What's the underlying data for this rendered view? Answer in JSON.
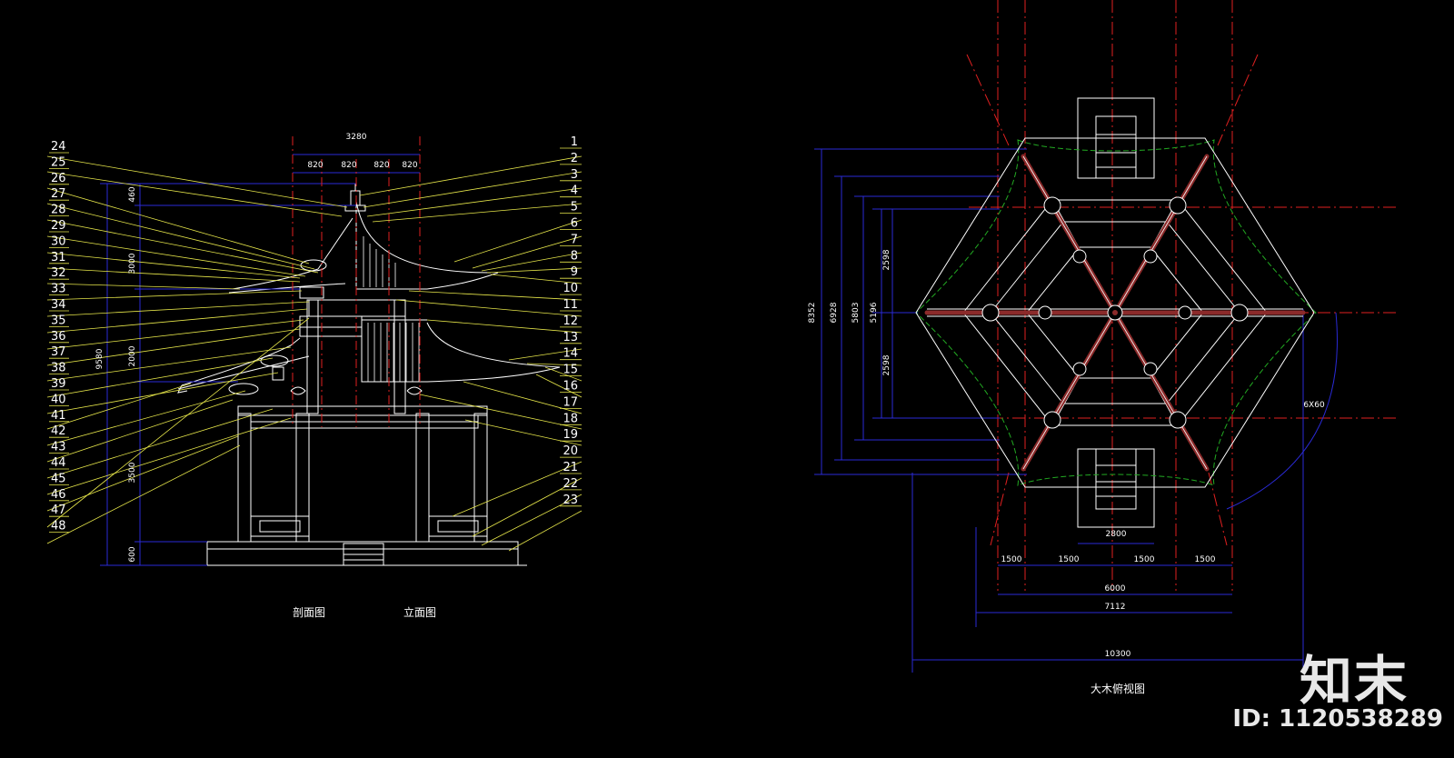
{
  "section": {
    "label_numbers_right": [
      "1",
      "2",
      "3",
      "4",
      "5",
      "6",
      "7",
      "8",
      "9",
      "10",
      "11",
      "12",
      "13",
      "14",
      "15",
      "16",
      "17",
      "18",
      "19",
      "20",
      "21",
      "22",
      "23"
    ],
    "label_numbers_left": [
      "24",
      "25",
      "26",
      "27",
      "28",
      "29",
      "30",
      "31",
      "32",
      "33",
      "34",
      "35",
      "36",
      "37",
      "38",
      "39",
      "40",
      "41",
      "42",
      "43",
      "44",
      "45",
      "46",
      "47",
      "48"
    ],
    "dim_top_total": "3280",
    "dim_top_parts": [
      "820",
      "820",
      "820",
      "820"
    ],
    "dim_left_total": "9580",
    "dim_left_parts": [
      "460",
      "3000",
      "2000",
      "3500",
      "600"
    ],
    "caption_section": "剖面图",
    "caption_elevation": "立面图"
  },
  "plan": {
    "dim_left": [
      "8352",
      "6928",
      "5803",
      "5196",
      "2598",
      "2598"
    ],
    "dim_bottom_parts": [
      "1500",
      "1500",
      "1500",
      "1500"
    ],
    "dim_stair": "2800",
    "dim_6000": "6000",
    "dim_7112": "7112",
    "dim_10300": "10300",
    "dim_angle": "6X60",
    "caption": "大木俯视图"
  },
  "watermark": {
    "brand": "知末",
    "id": "ID: 1120538289"
  },
  "colors": {
    "background": "#000000",
    "drawing": "#ffffff",
    "leader": "#e6e64a",
    "dimension": "#2a2ad6",
    "axis": "#e02020",
    "eave": "#22aa22",
    "beam": "#8b2a2a"
  }
}
